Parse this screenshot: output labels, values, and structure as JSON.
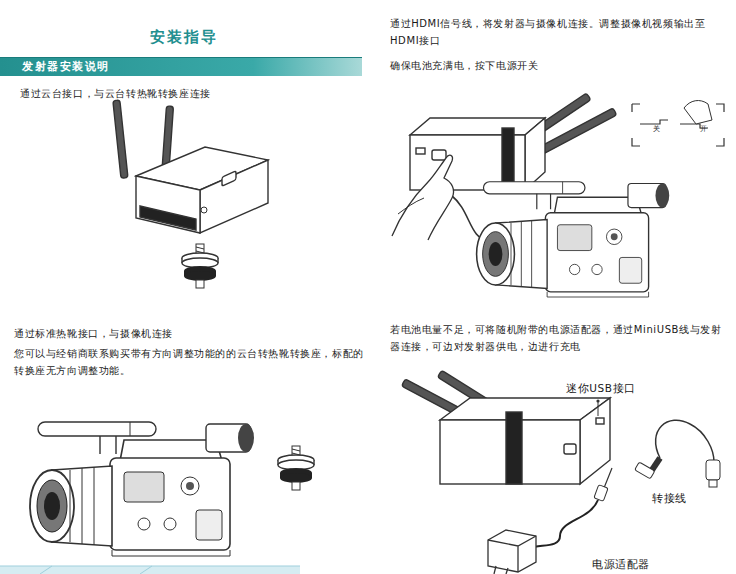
{
  "diagram": {
    "title": "安装指导",
    "nodes": [
      {
        "text": [
          "发射器安装说明"
        ]
      }
    ],
    "labels": [
      "通过云台接口，与云台转热靴转换座连接",
      "通过标准热靴接口，与摄像机连接",
      "您可以与经销商联系购买带有方向调整功能的的云台转热靴转换座，标配的转换座无方向调整功能。",
      "通过HDMI信号线，将发射器与摄像机连接。调整摄像机视频输出至HDMI接口",
      "确保电池充满电，按下电源开关",
      "关",
      "开",
      "若电池电量不足，可将随机附带的电源适配器，通过MiniUSB线与发射器连接，可边对发射器供电，边进行充电",
      "迷你USB接口",
      "转接线",
      "电源适配器"
    ]
  }
}
